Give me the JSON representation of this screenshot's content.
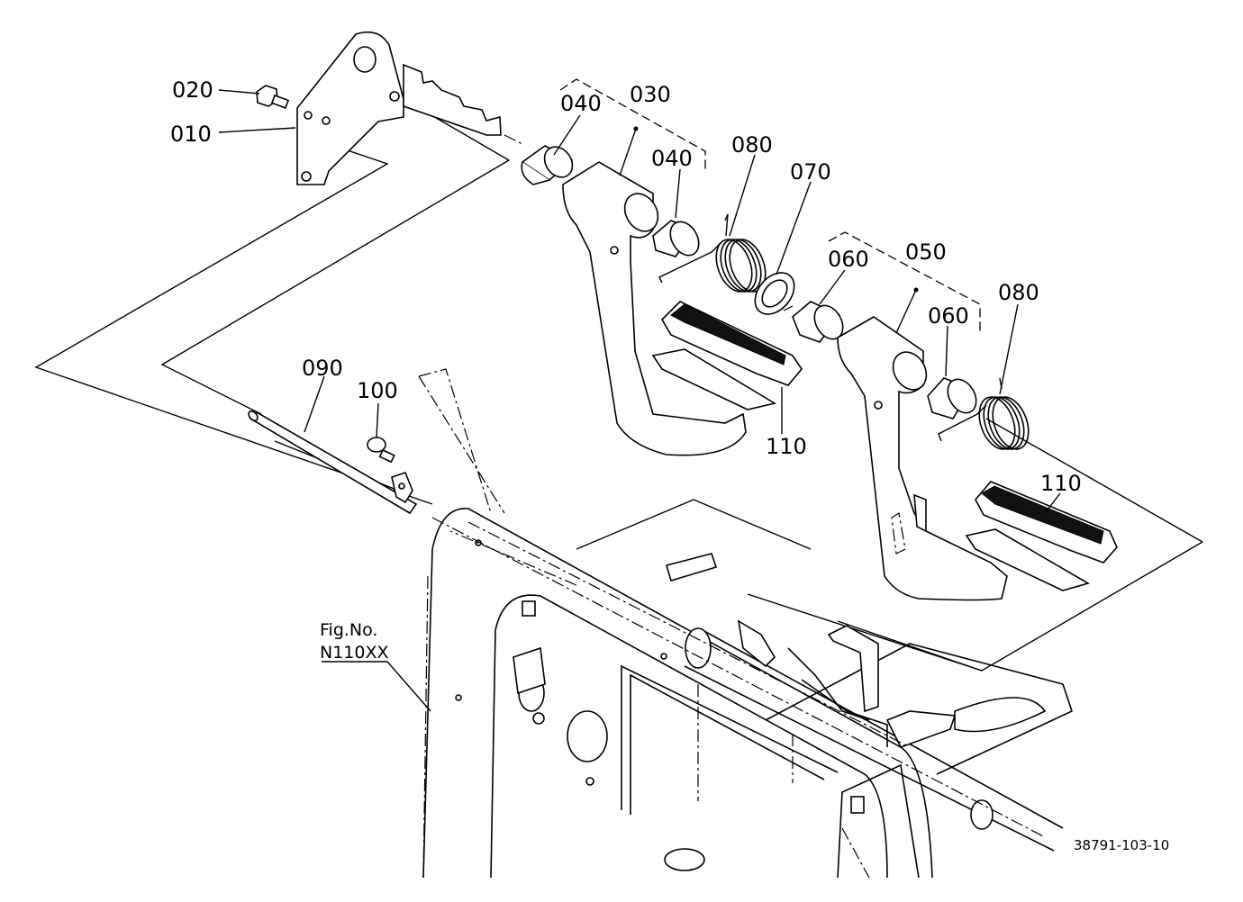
{
  "callouts": {
    "c010": "010",
    "c020": "020",
    "c030": "030",
    "c040a": "040",
    "c040b": "040",
    "c050": "050",
    "c060a": "060",
    "c060b": "060",
    "c070": "070",
    "c080a": "080",
    "c080b": "080",
    "c090": "090",
    "c100": "100",
    "c110a": "110",
    "c110b": "110"
  },
  "figure_ref": {
    "line1": "Fig.No.",
    "line2": "N110XX"
  },
  "drawing_number": "38791-103-10"
}
